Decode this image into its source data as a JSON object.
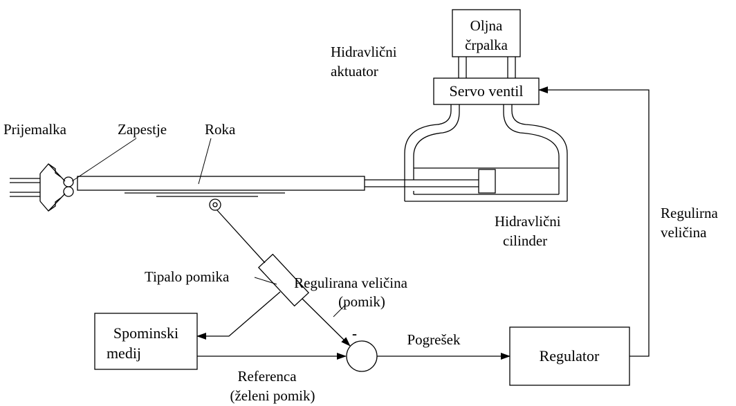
{
  "labels": {
    "oil_pump_line1": "Oljna",
    "oil_pump_line2": "črpalka",
    "hyd_actuator_line1": "Hidravlični",
    "hyd_actuator_line2": "aktuator",
    "servo_valve": "Servo ventil",
    "gripper": "Prijemalka",
    "wrist": "Zapestje",
    "arm": "Roka",
    "hyd_cylinder_line1": "Hidravlični",
    "hyd_cylinder_line2": "cilinder",
    "control_var_line1": "Regulirna",
    "control_var_line2": "veličina",
    "sensor": "Tipalo pomika",
    "controlled_var_line1": "Regulirana veličina",
    "controlled_var_line2": "(pomik)",
    "memory_line1": "Spominski",
    "memory_line2": "medij",
    "minus_sign": "-",
    "error": "Pogrešek",
    "controller": "Regulator",
    "reference_line1": "Referenca",
    "reference_line2": "(želeni pomik)"
  },
  "colors": {
    "memory_fill": "#fdf8d8",
    "sensor_fill": "#fdf8d8",
    "controller_fill": "#fad6c8",
    "stroke": "#000000"
  }
}
